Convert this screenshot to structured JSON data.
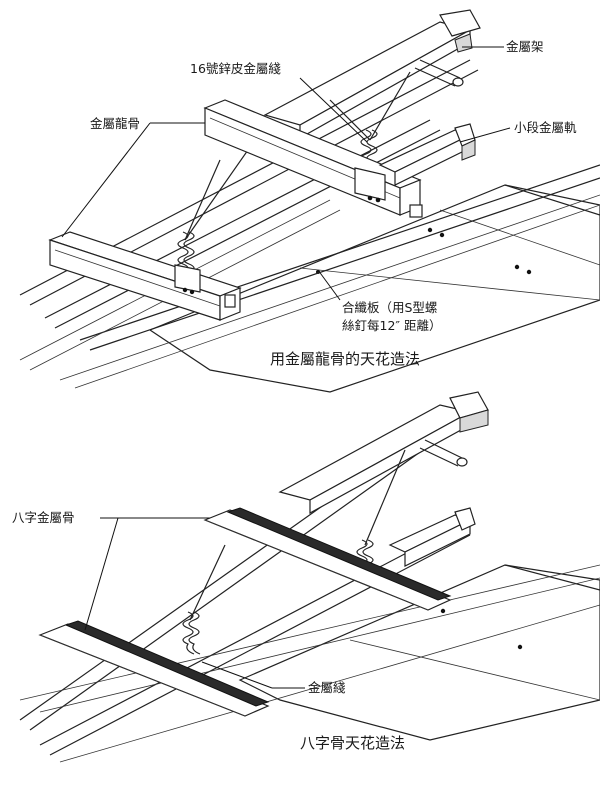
{
  "figure_top": {
    "labels": {
      "metal_frame": "金屬架",
      "zinc_wire_16": "16號鋅皮金屬綫",
      "metal_keel": "金屬龍骨",
      "short_metal_rail": "小段金屬軌",
      "plywood_line1": "合纖板（用S型螺",
      "plywood_line2": "絲釘每12″ 距離）"
    },
    "caption": "用金屬龍骨的天花造法"
  },
  "figure_bottom": {
    "labels": {
      "eight_char_keel": "八字金屬骨",
      "metal_wire": "金屬綫"
    },
    "caption": "八字骨天花造法"
  }
}
